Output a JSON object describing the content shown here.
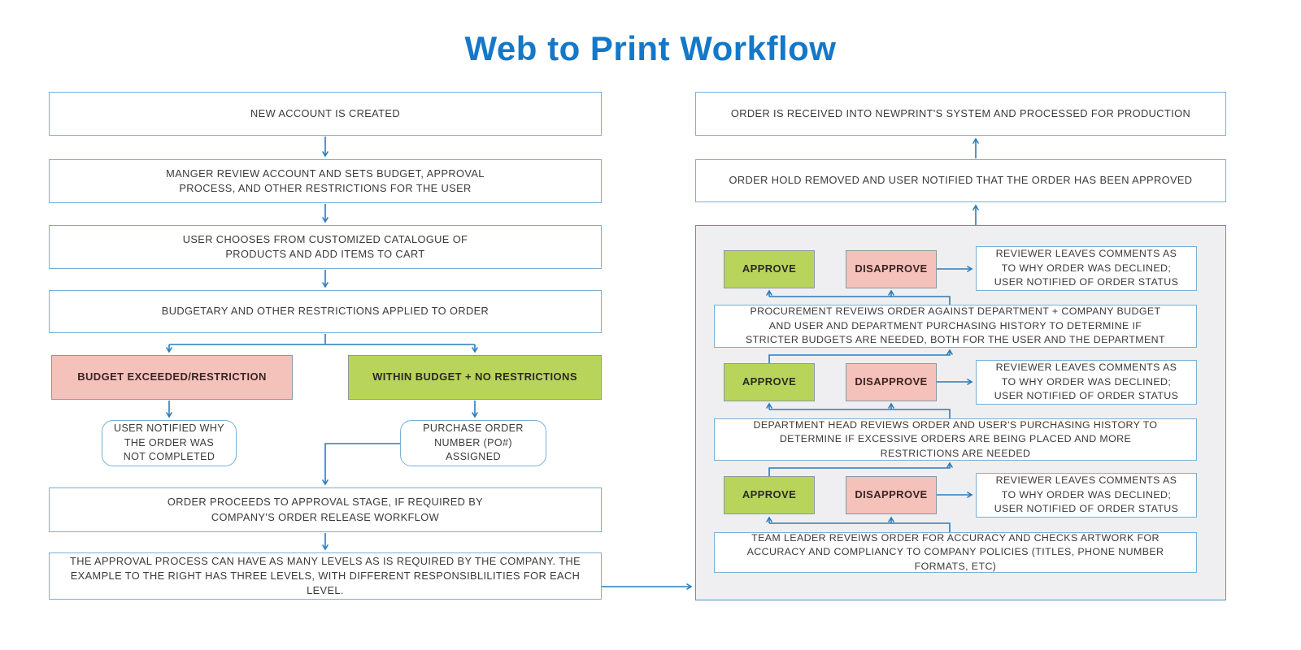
{
  "title": "Web to Print Workflow",
  "colors": {
    "title_blue": "#1478c8",
    "line_blue": "#2b7cb9",
    "box_border": "#79afd6",
    "panel_border": "#4e96c8",
    "panel_bg": "#efeff1",
    "approve_green": "#b9d45b",
    "disapprove_pink": "#f5c1bb",
    "text_dark": "#3a3a3a"
  },
  "left_flow": {
    "steps": [
      "NEW ACCOUNT IS CREATED",
      "MANGER REVIEW ACCOUNT AND SETS BUDGET, APPROVAL PROCESS, AND OTHER RESTRICTIONS FOR THE USER",
      "USER CHOOSES FROM CUSTOMIZED CATALOGUE OF PRODUCTS AND ADD ITEMS TO CART",
      "BUDGETARY AND OTHER RESTRICTIONS APPLIED TO ORDER"
    ],
    "branch_negative": "BUDGET EXCEEDED/RESTRICTION",
    "branch_positive": "WITHIN BUDGET + NO RESTRICTIONS",
    "outcome_negative": "USER NOTIFIED WHY THE ORDER WAS NOT COMPLETED",
    "outcome_positive": "PURCHASE ORDER NUMBER (PO#) ASSIGNED",
    "approval_stage": "ORDER PROCEEDS TO APPROVAL STAGE, IF REQUIRED BY COMPANY'S ORDER RELEASE WORKFLOW",
    "approval_note": "THE APPROVAL PROCESS CAN HAVE AS MANY LEVELS AS IS REQUIRED BY THE COMPANY. THE EXAMPLE TO THE RIGHT HAS THREE LEVELS, WITH DIFFERENT RESPONSIBLILITIES FOR EACH LEVEL."
  },
  "right_flow": {
    "production": "ORDER IS RECEIVED INTO NEWPRINT'S SYSTEM AND PROCESSED FOR PRODUCTION",
    "hold_removed": "ORDER HOLD REMOVED AND USER NOTIFIED THAT THE ORDER HAS BEEN APPROVED",
    "levels": [
      {
        "approve": "APPROVE",
        "disapprove": "DISAPPROVE",
        "reviewer_note": "REVIEWER LEAVES COMMENTS AS TO WHY ORDER WAS DECLINED; USER NOTIFIED OF ORDER STATUS",
        "description": "PROCUREMENT REVEIWS ORDER AGAINST DEPARTMENT + COMPANY BUDGET AND USER AND DEPARTMENT PURCHASING HISTORY TO DETERMINE IF STRICTER BUDGETS ARE NEEDED, BOTH FOR THE USER AND THE DEPARTMENT"
      },
      {
        "approve": "APPROVE",
        "disapprove": "DISAPPROVE",
        "reviewer_note": "REVIEWER LEAVES COMMENTS AS TO WHY ORDER WAS DECLINED; USER NOTIFIED OF ORDER STATUS",
        "description": "DEPARTMENT HEAD REVIEWS ORDER AND USER'S PURCHASING HISTORY TO DETERMINE IF EXCESSIVE ORDERS ARE BEING PLACED AND MORE RESTRICTIONS ARE NEEDED"
      },
      {
        "approve": "APPROVE",
        "disapprove": "DISAPPROVE",
        "reviewer_note": "REVIEWER LEAVES COMMENTS AS TO WHY ORDER WAS DECLINED; USER NOTIFIED OF ORDER STATUS",
        "description": "TEAM LEADER REVEIWS ORDER FOR ACCURACY AND CHECKS ARTWORK FOR ACCURACY AND COMPLIANCY TO COMPANY POLICIES (TITLES, PHONE NUMBER FORMATS, ETC)"
      }
    ]
  }
}
